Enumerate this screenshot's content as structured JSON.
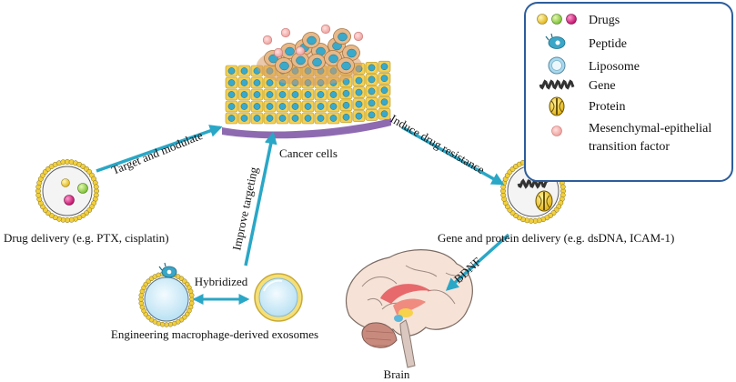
{
  "labels": {
    "cancer_cells": "Cancer cells",
    "drug_delivery": "Drug delivery (e.g. PTX, cisplatin)",
    "gene_protein_delivery": "Gene and protein delivery (e.g. dsDNA, ICAM-1)",
    "hybridized": "Hybridized",
    "engineering": "Engineering macrophage-derived exosomes",
    "brain": "Brain"
  },
  "arrows": {
    "target_modulate": "Target and modulate",
    "improve_targeting": "Improve targeting",
    "induce_resistance": "Induce drug resistance",
    "bdnf": "BDNF"
  },
  "legend": {
    "items": [
      {
        "label": "Drugs",
        "icon": "drug-balls-icon"
      },
      {
        "label": "Peptide",
        "icon": "peptide-icon"
      },
      {
        "label": "Liposome",
        "icon": "liposome-icon"
      },
      {
        "label": "Gene",
        "icon": "gene-icon"
      },
      {
        "label": "Protein",
        "icon": "protein-icon"
      },
      {
        "label": "Mesenchymal-epithelial",
        "label2": "transition factor",
        "icon": "met-factor-icon"
      }
    ]
  },
  "colors": {
    "arrow": "#2aa7c6",
    "cell_fill": "#f3cf55",
    "nucleus": "#3ba9c9",
    "membrane_bead": "#f1cf3e",
    "exosome_blue": "#a9d9ef",
    "legend_border": "#2d5d9b"
  }
}
